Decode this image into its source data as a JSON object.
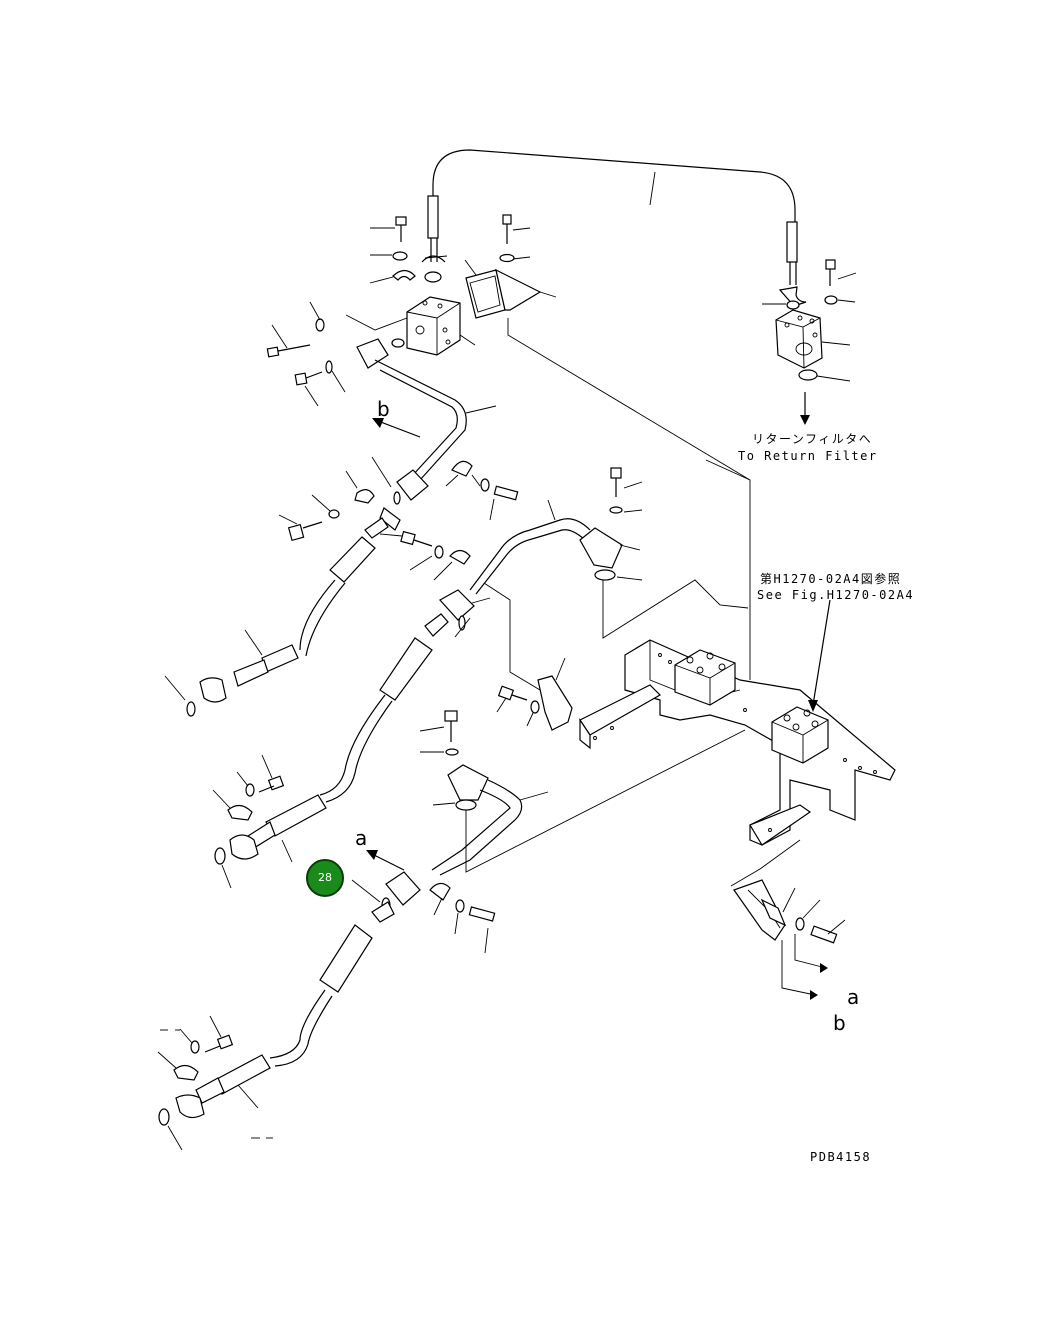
{
  "labels": {
    "return_filter_jp": "リターンフィルタへ",
    "return_filter_en": "To Return Filter",
    "see_fig_jp": "第H1270-02A4図参照",
    "see_fig_en": "See Fig.H1270-02A4",
    "drawing_code": "PDB4158",
    "letter_a_top": "a",
    "letter_b_top": "b",
    "letter_a_right": "a",
    "letter_b_right": "b"
  },
  "marker": {
    "label": "28",
    "color": "#1a8a1a"
  }
}
